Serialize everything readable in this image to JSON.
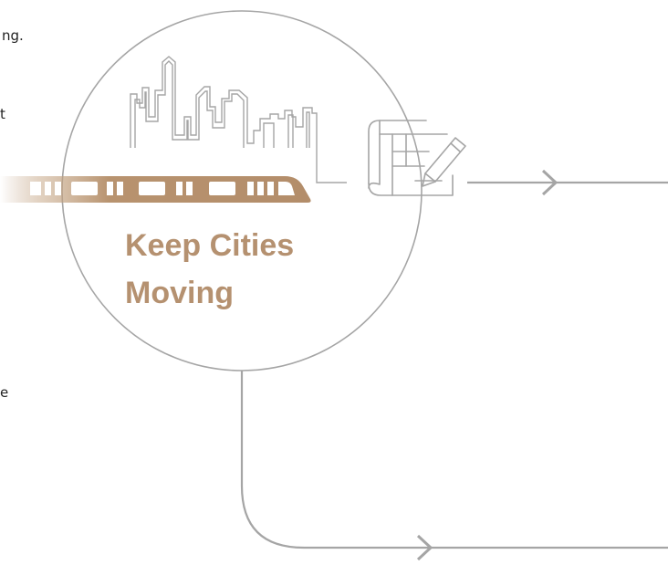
{
  "edge_text": {
    "line1": "ng.",
    "line2": "t",
    "line3": "e"
  },
  "headline": {
    "line1": "Keep Cities",
    "line2": "Moving"
  },
  "icons": [
    "city-skyline-icon",
    "train-icon",
    "blueprint-pencil-icon",
    "chevron-right-icon"
  ],
  "colors": {
    "accent": "#b59170",
    "line": "#a5a5a5",
    "text": "#222222"
  }
}
